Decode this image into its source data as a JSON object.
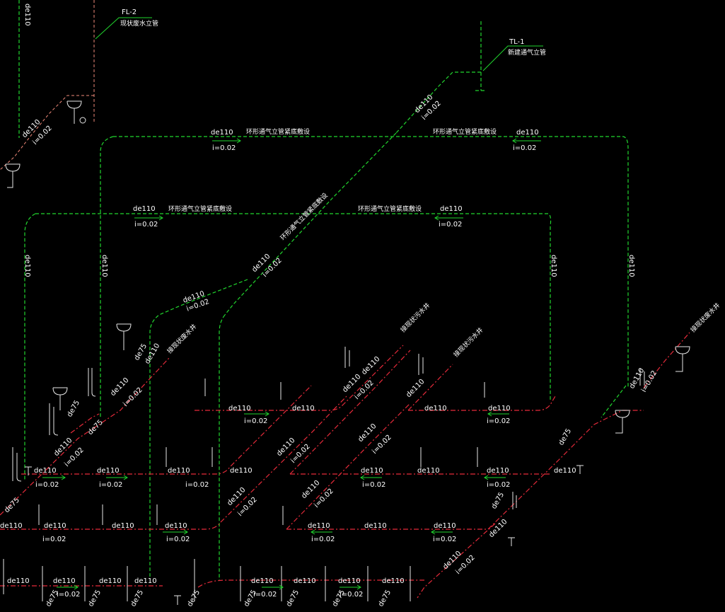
{
  "colors": {
    "background": "#000000",
    "vent": "#21d62e",
    "drain": "#e52a3a",
    "text": "#ffffff",
    "fixture": "#e6e6e6"
  },
  "labels": {
    "fl2_id": "FL-2",
    "fl2_desc": "现状废水立管",
    "tl1_id": "TL-1",
    "tl1_desc": "新建通气立管",
    "de110": "de110",
    "de75": "de75",
    "slope": "i=0.02",
    "ring_vent": "环形通气立管紧底敷设",
    "to_sewage_well": "接现状污水井",
    "to_waste_well": "接现状废水井"
  }
}
